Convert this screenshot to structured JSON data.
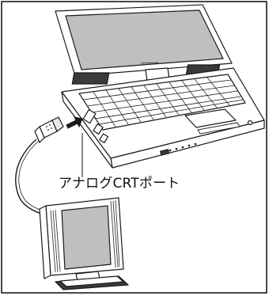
{
  "label": {
    "port": "アナログCRTポート"
  },
  "colors": {
    "line": "#1a1a1a",
    "screen_fill": "#bfbfbf",
    "speaker_grille": "#3a3a3a",
    "background": "#ffffff",
    "key_fill": "#ffffff"
  },
  "parts": [
    "laptop",
    "laptop-screen",
    "laptop-keyboard",
    "touchpad",
    "vga-connector",
    "insert-arrow",
    "cable",
    "crt-monitor",
    "monitor-screen",
    "monitor-stand"
  ]
}
